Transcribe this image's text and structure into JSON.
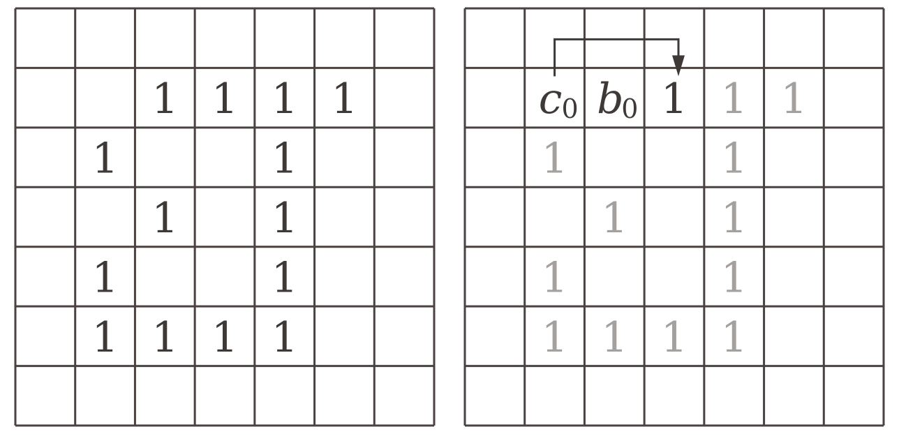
{
  "colors": {
    "grid": "#4a4240",
    "text_dark": "#3e3836",
    "text_light": "#a3a09e",
    "arrow": "#3e3836"
  },
  "grids": [
    {
      "id": "grid-left",
      "rows": 7,
      "cols": 7,
      "cells": [
        {
          "r": 1,
          "c": 2,
          "text": "1",
          "tone": "dark"
        },
        {
          "r": 1,
          "c": 3,
          "text": "1",
          "tone": "dark"
        },
        {
          "r": 1,
          "c": 4,
          "text": "1",
          "tone": "dark"
        },
        {
          "r": 1,
          "c": 5,
          "text": "1",
          "tone": "dark"
        },
        {
          "r": 2,
          "c": 1,
          "text": "1",
          "tone": "dark"
        },
        {
          "r": 2,
          "c": 4,
          "text": "1",
          "tone": "dark"
        },
        {
          "r": 3,
          "c": 2,
          "text": "1",
          "tone": "dark"
        },
        {
          "r": 3,
          "c": 4,
          "text": "1",
          "tone": "dark"
        },
        {
          "r": 4,
          "c": 1,
          "text": "1",
          "tone": "dark"
        },
        {
          "r": 4,
          "c": 4,
          "text": "1",
          "tone": "dark"
        },
        {
          "r": 5,
          "c": 1,
          "text": "1",
          "tone": "dark"
        },
        {
          "r": 5,
          "c": 2,
          "text": "1",
          "tone": "dark"
        },
        {
          "r": 5,
          "c": 3,
          "text": "1",
          "tone": "dark"
        },
        {
          "r": 5,
          "c": 4,
          "text": "1",
          "tone": "dark"
        }
      ]
    },
    {
      "id": "grid-right",
      "rows": 7,
      "cols": 7,
      "cells": [
        {
          "r": 1,
          "c": 1,
          "text": "c",
          "sub": "0",
          "tone": "dark"
        },
        {
          "r": 1,
          "c": 2,
          "text": "b",
          "sub": "0",
          "tone": "dark"
        },
        {
          "r": 1,
          "c": 3,
          "text": "1",
          "tone": "dark"
        },
        {
          "r": 1,
          "c": 4,
          "text": "1",
          "tone": "light"
        },
        {
          "r": 1,
          "c": 5,
          "text": "1",
          "tone": "light"
        },
        {
          "r": 2,
          "c": 1,
          "text": "1",
          "tone": "light"
        },
        {
          "r": 2,
          "c": 4,
          "text": "1",
          "tone": "light"
        },
        {
          "r": 3,
          "c": 2,
          "text": "1",
          "tone": "light"
        },
        {
          "r": 3,
          "c": 4,
          "text": "1",
          "tone": "light"
        },
        {
          "r": 4,
          "c": 1,
          "text": "1",
          "tone": "light"
        },
        {
          "r": 4,
          "c": 4,
          "text": "1",
          "tone": "light"
        },
        {
          "r": 5,
          "c": 1,
          "text": "1",
          "tone": "light"
        },
        {
          "r": 5,
          "c": 2,
          "text": "1",
          "tone": "light"
        },
        {
          "r": 5,
          "c": 3,
          "text": "1",
          "tone": "light"
        },
        {
          "r": 5,
          "c": 4,
          "text": "1",
          "tone": "light"
        }
      ],
      "arrow": {
        "from": {
          "r": 1,
          "c": 1
        },
        "to": {
          "r": 1,
          "c": 3
        }
      }
    }
  ]
}
